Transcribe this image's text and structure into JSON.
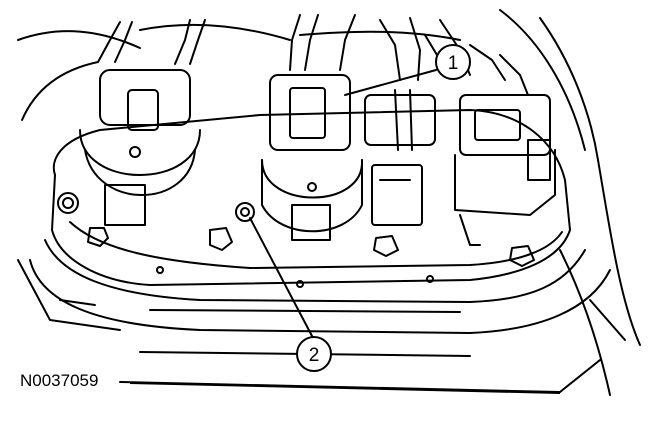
{
  "figure": {
    "id_label": "N0037059"
  },
  "callouts": [
    {
      "number": "1"
    },
    {
      "number": "2"
    }
  ]
}
